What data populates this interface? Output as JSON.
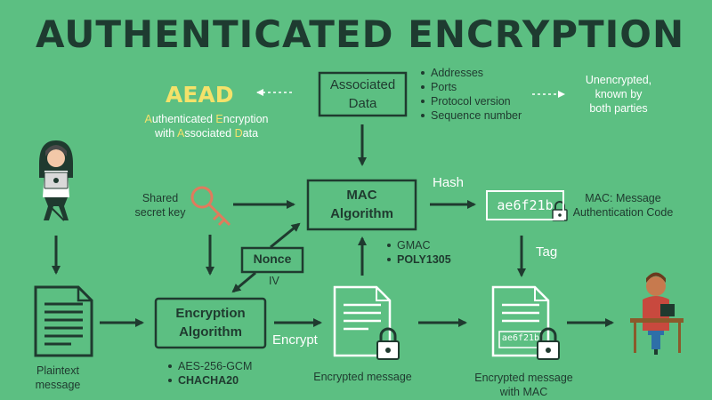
{
  "title": "AUTHENTICATED ENCRYPTION",
  "aead": {
    "acronym": "AEAD",
    "line1": [
      "A",
      "uthenticated ",
      "E",
      "ncryption"
    ],
    "line2": [
      "with ",
      "A",
      "ssociated ",
      "D",
      "ata"
    ]
  },
  "associated_data": {
    "label_line1": "Associated",
    "label_line2": "Data",
    "items": [
      "Addresses",
      "Ports",
      "Protocol version",
      "Sequence number"
    ],
    "note_line1": "Unencrypted,",
    "note_line2": "known by",
    "note_line3": "both parties"
  },
  "shared_key": {
    "line1": "Shared",
    "line2": "secret key"
  },
  "mac_algorithm": {
    "line1": "MAC",
    "line2": "Algorithm",
    "options": [
      "GMAC",
      "POLY1305"
    ]
  },
  "hash_label": "Hash",
  "mac_value": "ae6f21b",
  "mac_label": {
    "line1": "MAC: Message",
    "line2": "Authentication Code"
  },
  "tag_label": "Tag",
  "nonce": {
    "label": "Nonce",
    "iv": "IV"
  },
  "encryption_algorithm": {
    "line1": "Encryption",
    "line2": "Algorithm",
    "options": [
      "AES-256-GCM",
      "CHACHA20"
    ]
  },
  "encrypt_label": "Encrypt",
  "plaintext": {
    "line1": "Plaintext",
    "line2": "message"
  },
  "encrypted_message": "Encrypted message",
  "encrypted_with_mac": {
    "line1": "Encrypted message",
    "line2": "with MAC",
    "stamp": "ae6f21b"
  },
  "colors": {
    "background": "#5cbf82",
    "dark": "#1f3a2f",
    "accent": "#f4e26a",
    "key": "#e07b5d"
  }
}
